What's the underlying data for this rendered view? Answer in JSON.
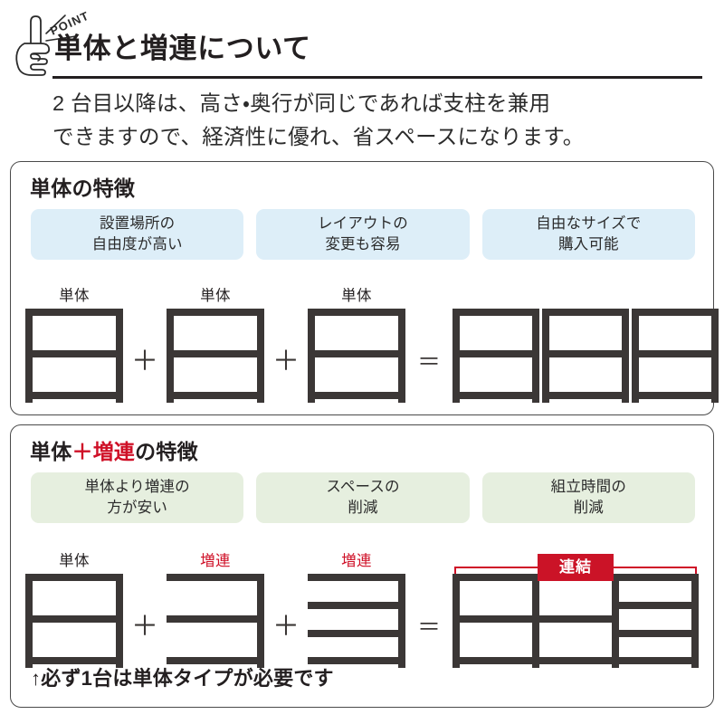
{
  "header": {
    "point_label": "POINT",
    "point_icon": "pointing-hand-icon",
    "title": "単体と増連について",
    "subtitle": "2 台目以降は、高さ・奥行が同じであれば支柱を兼用\nできますので、経済性に優れ、省スペースになります。"
  },
  "panels": [
    {
      "id": "single",
      "title_plain": "単体の特徴",
      "chip_color": "#ddeef8",
      "chips": [
        "設置場所の\n自由度が高い",
        "レイアウトの\n変更も容易",
        "自由なサイズで\n購入可能"
      ],
      "units": [
        {
          "label": "単体",
          "label_color": "#231f20",
          "shelves": 3,
          "left_post": true
        },
        {
          "label": "単体",
          "label_color": "#231f20",
          "shelves": 3,
          "left_post": true
        },
        {
          "label": "単体",
          "label_color": "#231f20",
          "shelves": 3,
          "left_post": true
        }
      ],
      "operators": [
        "＋",
        "＋",
        "＝"
      ],
      "result_bays": [
        {
          "shelves": 3
        },
        {
          "shelves": 3
        },
        {
          "shelves": 3
        }
      ],
      "result_badge": null
    },
    {
      "id": "combo",
      "title_prefix": "単体",
      "title_accent": "＋増連",
      "title_suffix": "の特徴",
      "chip_color": "#e6efdf",
      "chips": [
        "単体より増連の\n方が安い",
        "スペースの\n削減",
        "組立時間の\n削減"
      ],
      "units": [
        {
          "label": "単体",
          "label_color": "#231f20",
          "shelves": 3,
          "left_post": true
        },
        {
          "label": "増連",
          "label_color": "#cf1027",
          "shelves": 3,
          "left_post": false
        },
        {
          "label": "増連",
          "label_color": "#cf1027",
          "shelves": 4,
          "left_post": false
        }
      ],
      "operators": [
        "＋",
        "＋",
        "＝"
      ],
      "result_bays": [
        {
          "shelves": 3
        },
        {
          "shelves": 3
        },
        {
          "shelves": 4
        }
      ],
      "result_badge": "連結",
      "note": "↑必ず1台は単体タイプが必要です"
    }
  ],
  "colors": {
    "frame": "#3b3736",
    "accent_red": "#cf1027",
    "badge_red": "#cb1327",
    "chip_blue": "#ddeef8",
    "chip_green": "#e6efdf",
    "text": "#231f20",
    "border": "#4a4a4a"
  }
}
